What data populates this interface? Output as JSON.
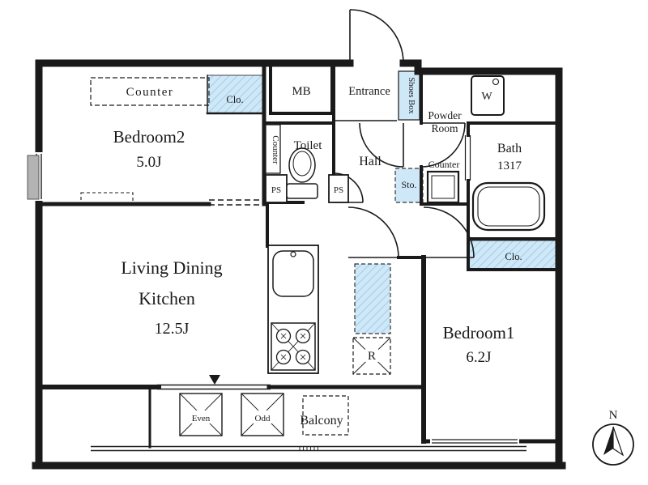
{
  "plan": {
    "rooms": {
      "bedroom2": {
        "name": "Bedroom2",
        "size": "5.0J"
      },
      "bedroom1": {
        "name": "Bedroom1",
        "size": "6.2J"
      },
      "ldk": {
        "line1": "Living Dining",
        "line2": "Kitchen",
        "size": "12.5J"
      },
      "toilet": {
        "name": "Toilet"
      },
      "hall": {
        "name": "Hall"
      },
      "entrance": {
        "name": "Entrance"
      },
      "powder_room": {
        "line1": "Powder",
        "line2": "Room"
      },
      "bath": {
        "name": "Bath",
        "size": "1317"
      },
      "balcony": {
        "name": "Balcony"
      }
    },
    "labels": {
      "meter_box": "MB",
      "shoes_box": "Shoes Box",
      "washing_machine": "W",
      "refrigerator": "R",
      "storage": "Sto.",
      "pipe_space_left": "PS",
      "pipe_space_right": "PS",
      "closet_bedroom2": "Clo.",
      "closet_bedroom1": "Clo.",
      "counter_bedroom2": "Counter",
      "counter_toilet": "Counter",
      "counter_powder": "Counter",
      "ac_spot_even": "Even",
      "ac_spot_odd": "Odd",
      "compass_north": "N"
    },
    "colors": {
      "wall": "#1a1a1a",
      "closet_fill": "#cfe8f8",
      "hatch_line": "#8fc0e0"
    }
  }
}
